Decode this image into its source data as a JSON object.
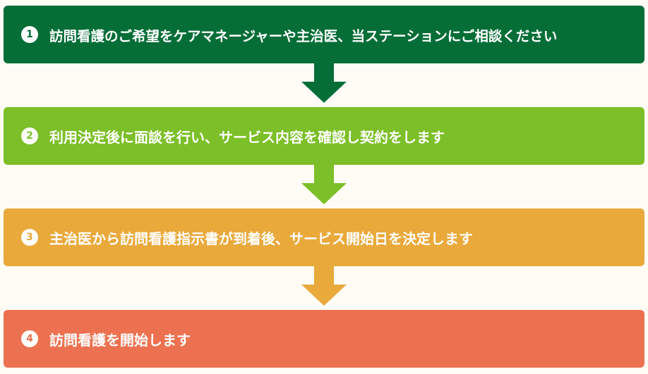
{
  "steps": [
    {
      "number": "1",
      "text": "訪問看護のご希望をケアマネージャーや主治医、当ステーションにご相談ください",
      "color": "#056E37"
    },
    {
      "number": "2",
      "text": "利用決定後に面談を行い、サービス内容を確認し契約をします",
      "color": "#7CBF28"
    },
    {
      "number": "3",
      "text": "主治医から訪問看護指示書が到着後、サービス開始日を決定します",
      "color": "#E9A93B"
    },
    {
      "number": "4",
      "text": "訪問看護を開始します",
      "color": "#EC7150"
    }
  ],
  "arrow_icon": "down-arrow-icon",
  "background": "#FEFCF5"
}
